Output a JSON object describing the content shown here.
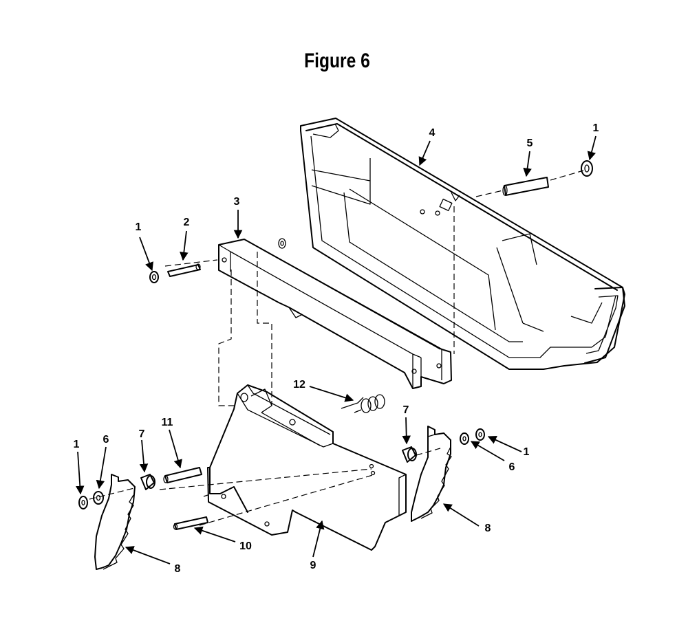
{
  "title": "Figure 6",
  "callouts": {
    "c1a": "1",
    "c2": "2",
    "c3": "3",
    "c4": "4",
    "c5": "5",
    "c1b": "1",
    "c12": "12",
    "c7a": "7",
    "c1c": "1",
    "c6a": "6",
    "c8a": "8",
    "c1d": "1",
    "c6b": "6",
    "c7b": "7",
    "c11": "11",
    "c10": "10",
    "c9": "9",
    "c8b": "8"
  }
}
